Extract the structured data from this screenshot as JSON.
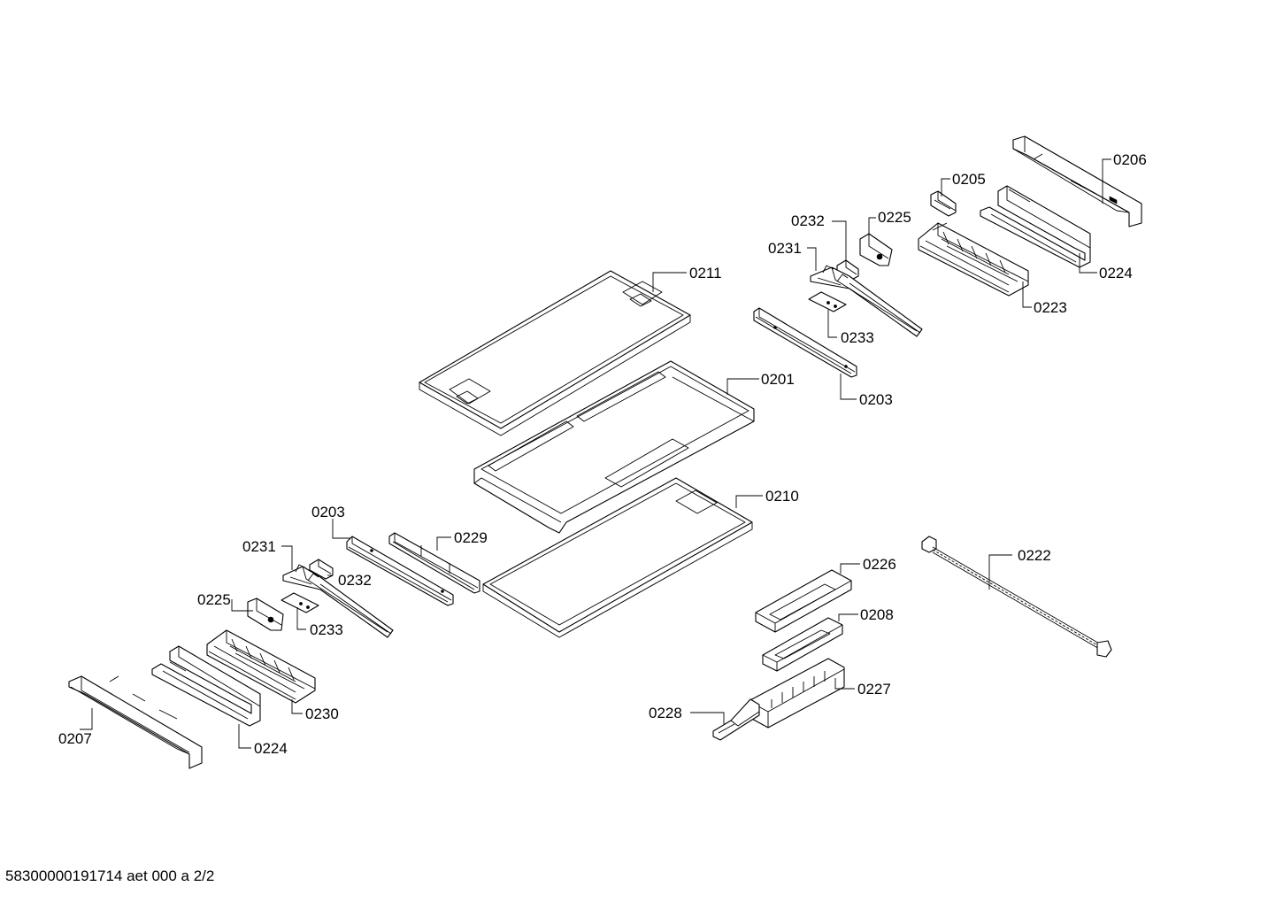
{
  "footer": {
    "document_code": "58300000191714 aet 000 a 2/2"
  },
  "callouts": {
    "c0206": "0206",
    "c0205": "0205",
    "c0232_top": "0232",
    "c0225_top": "0225",
    "c0231_top": "0231",
    "c0224_top": "0224",
    "c0223": "0223",
    "c0211": "0211",
    "c0233_top": "0233",
    "c0201": "0201",
    "c0203_top": "0203",
    "c0210": "0210",
    "c0203_left": "0203",
    "c0229": "0229",
    "c0231_left": "0231",
    "c0232_left": "0232",
    "c0225_left": "0225",
    "c0233_left": "0233",
    "c0226": "0226",
    "c0222": "0222",
    "c0208": "0208",
    "c0230": "0230",
    "c0227": "0227",
    "c0228": "0228",
    "c0207": "0207",
    "c0224_left": "0224"
  }
}
